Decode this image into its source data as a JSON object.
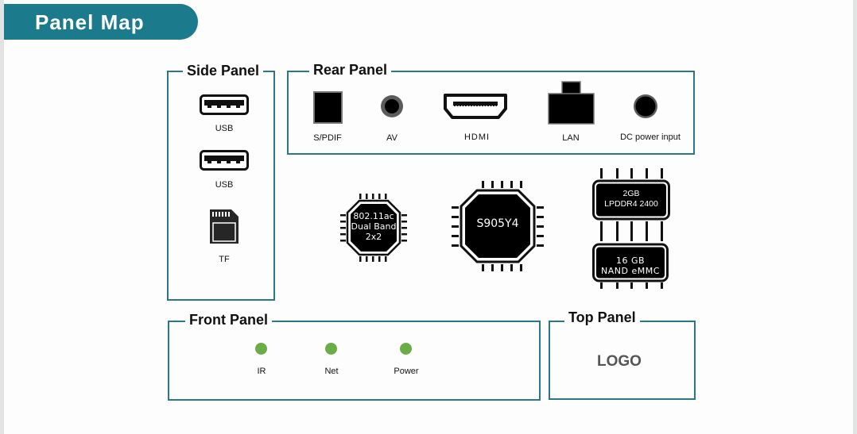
{
  "header": {
    "title": "Panel Map"
  },
  "colors": {
    "accent": "#1b7a8c",
    "panel_border": "#2b7788",
    "led": "#6aad46",
    "logo_text": "#555555"
  },
  "side_panel": {
    "title": "Side Panel",
    "ports": [
      {
        "label": "USB",
        "icon": "usb-icon"
      },
      {
        "label": "USB",
        "icon": "usb-icon"
      },
      {
        "label": "TF",
        "icon": "sd-card-icon"
      }
    ]
  },
  "rear_panel": {
    "title": "Rear Panel",
    "ports": [
      {
        "label": "S/PDIF",
        "icon": "spdif-icon"
      },
      {
        "label": "AV",
        "icon": "av-jack-icon"
      },
      {
        "label": "HDMI",
        "icon": "hdmi-icon"
      },
      {
        "label": "LAN",
        "icon": "lan-icon"
      },
      {
        "label": "DC power input",
        "icon": "dc-jack-icon"
      }
    ]
  },
  "chips": {
    "wifi": {
      "lines": [
        "802.11ac",
        "Dual Band",
        "2x2"
      ]
    },
    "soc": {
      "label": "S905Y4"
    },
    "ram": {
      "lines": [
        "2GB",
        "LPDDR4 2400"
      ]
    },
    "storage": {
      "lines": [
        "16 GB",
        "NAND eMMC"
      ]
    }
  },
  "front_panel": {
    "title": "Front Panel",
    "leds": [
      {
        "label": "IR"
      },
      {
        "label": "Net"
      },
      {
        "label": "Power"
      }
    ]
  },
  "top_panel": {
    "title": "Top Panel",
    "logo": "LOGO"
  }
}
